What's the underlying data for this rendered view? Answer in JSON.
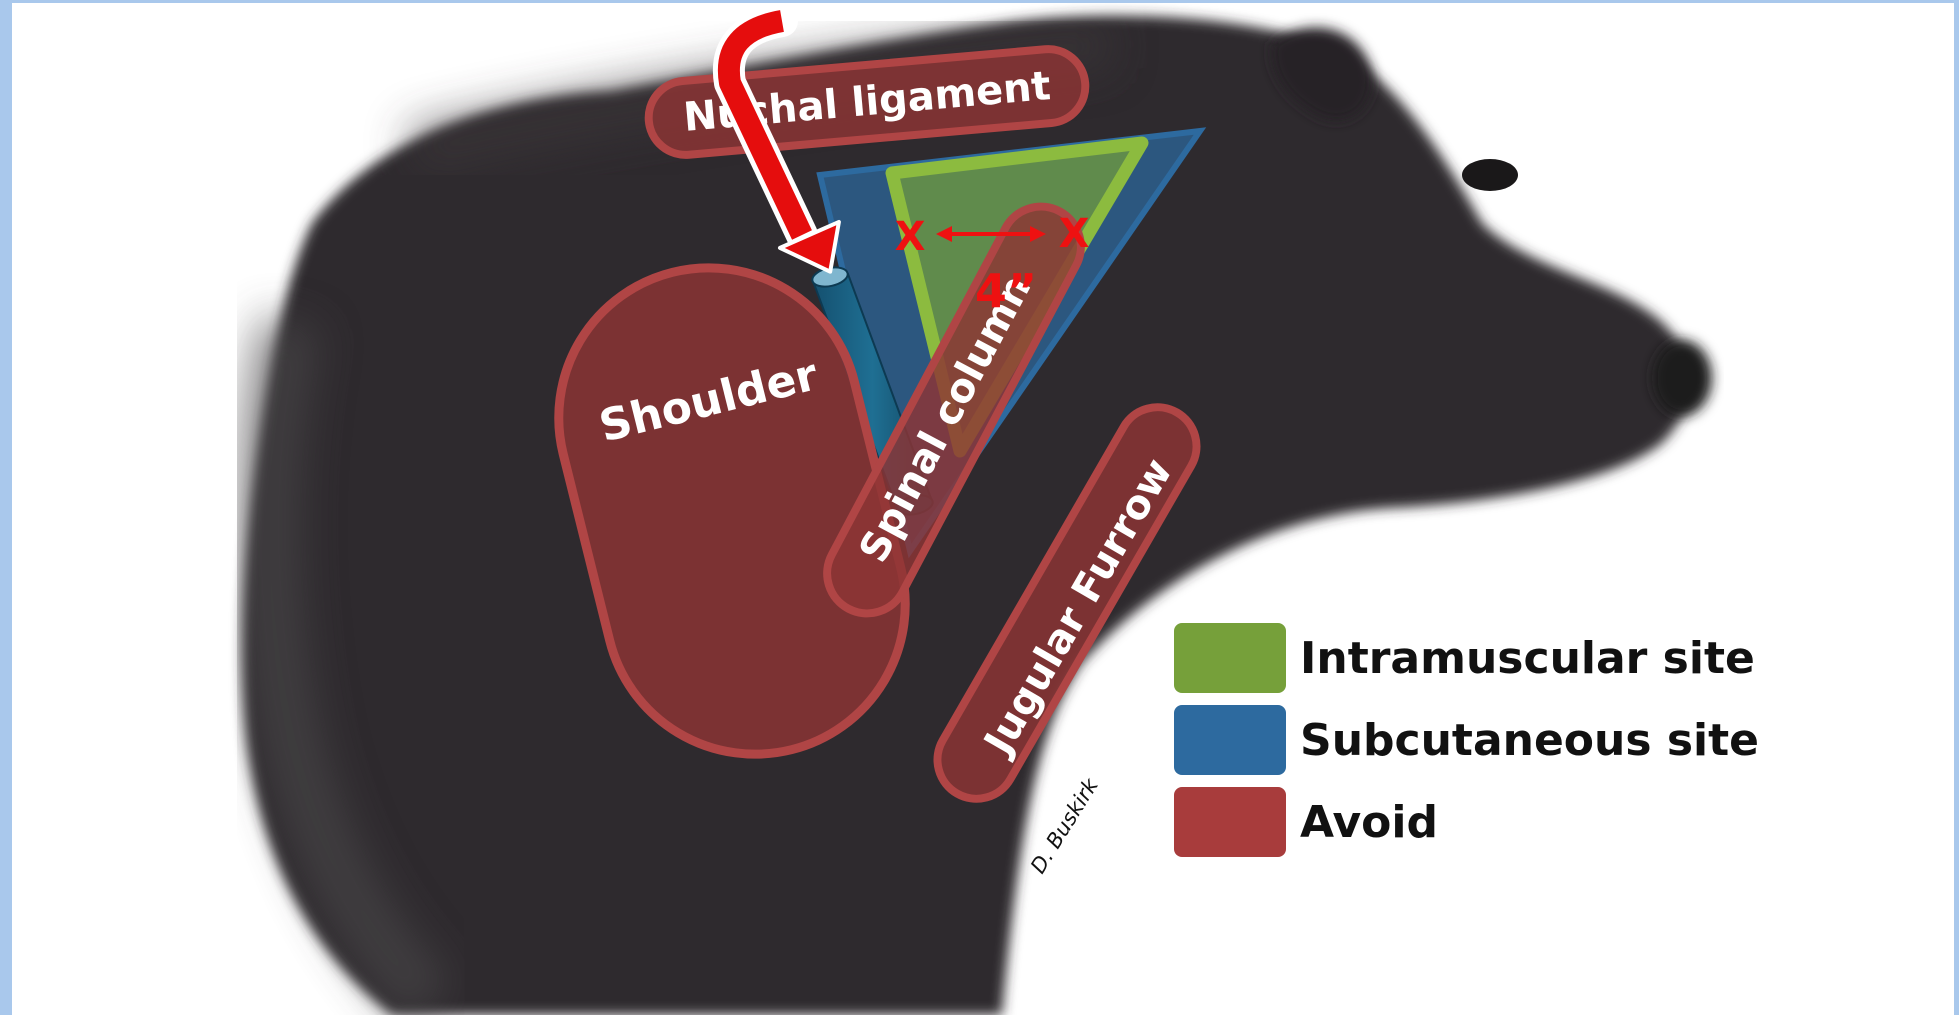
{
  "labels": {
    "nuchal_ligament": "Nuchal ligament",
    "shoulder": "Shoulder",
    "spinal_column": "Spinal column",
    "jugular_furrow": "Jugular Furrow",
    "x_left": "X",
    "x_right": "X",
    "distance": "4”",
    "credit": "D. Buskirk"
  },
  "legend": [
    {
      "label": "Intramuscular site",
      "color": "#76a03a"
    },
    {
      "label": "Subcutaneous site",
      "color": "#2d6a9f"
    },
    {
      "label": "Avoid",
      "color": "#a83c3c"
    }
  ],
  "colors": {
    "intramuscular": "#76a03a",
    "subcutaneous": "#2d6a9f",
    "avoid": "#a83c3c",
    "arrow": "#ee1111",
    "animal": "#2e2b2d",
    "frame": "#a9c8ec"
  },
  "icons": {
    "injection_arrow": "red-bent-arrow",
    "needle": "cylinder-needle",
    "distance_arrow": "double-headed-arrow"
  }
}
